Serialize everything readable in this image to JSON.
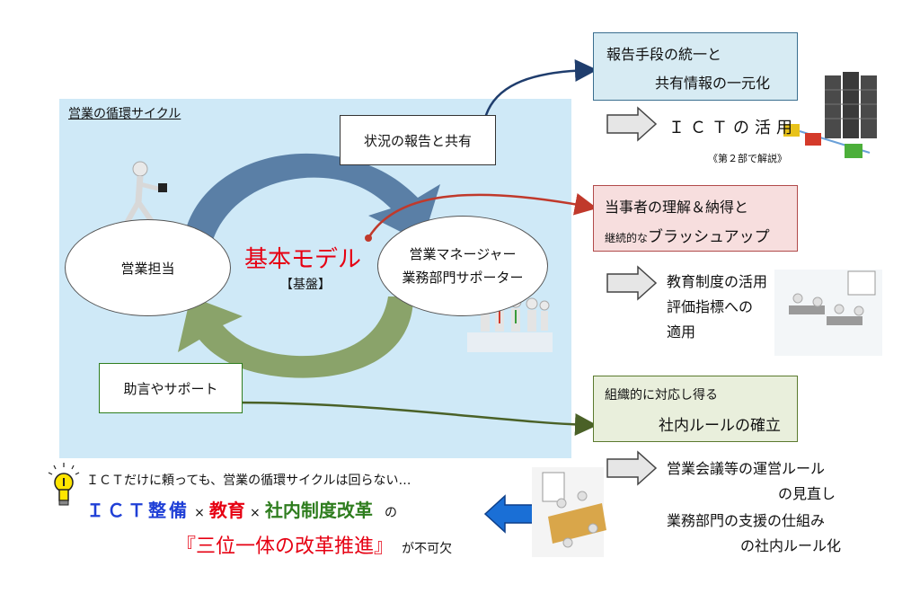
{
  "cycle": {
    "title": "営業の循環サイクル",
    "model_title": "基本モデル",
    "model_sub": "【基盤】",
    "sales": "営業担当",
    "manager_line1": "営業マネージャー",
    "manager_line2": "業務部門サポーター",
    "report_box": "状況の報告と共有",
    "advice_box": "助言やサポート"
  },
  "right": {
    "box1_line1": "報告手段の統一と",
    "box1_line2": "共有情報の一元化",
    "ict_use": "ＩＣＴの活用",
    "ict_note": "《第２部で解説》",
    "box2_line1": "当事者の理解＆納得と",
    "box2_small": "継続的な",
    "box2_big": "ブラッシュアップ",
    "edu_line1": "教育制度の活用",
    "edu_line2": "評価指標への",
    "edu_line3": "適用",
    "box3_line1": "組織的に対応し得る",
    "box3_line2": "社内ルールの確立",
    "rule_line1": "営業会議等の運営ルール",
    "rule_line2": "の見直し",
    "rule_line3": "業務部門の支援の仕組み",
    "rule_line4": "の社内ルール化"
  },
  "bottom": {
    "warning": "ＩＣＴだけに頼っても、営業の循環サイクルは回らない…",
    "ict": "ＩＣＴ整備",
    "times1": "×",
    "edu": "教育",
    "times2": "×",
    "reform": "社内制度改革",
    "no": "の",
    "trinity": "『三位一体の改革推進』",
    "required": "が不可欠"
  },
  "colors": {
    "panel": "#cfe9f7",
    "blue_arrow": "#5a7fa6",
    "green_arrow": "#8aa36a",
    "red_text": "#e60012",
    "blue_text": "#1f3fd6",
    "box1_bg": "#d7ebf3",
    "box2_bg": "#f7dede",
    "box3_bg": "#e9efdc"
  }
}
